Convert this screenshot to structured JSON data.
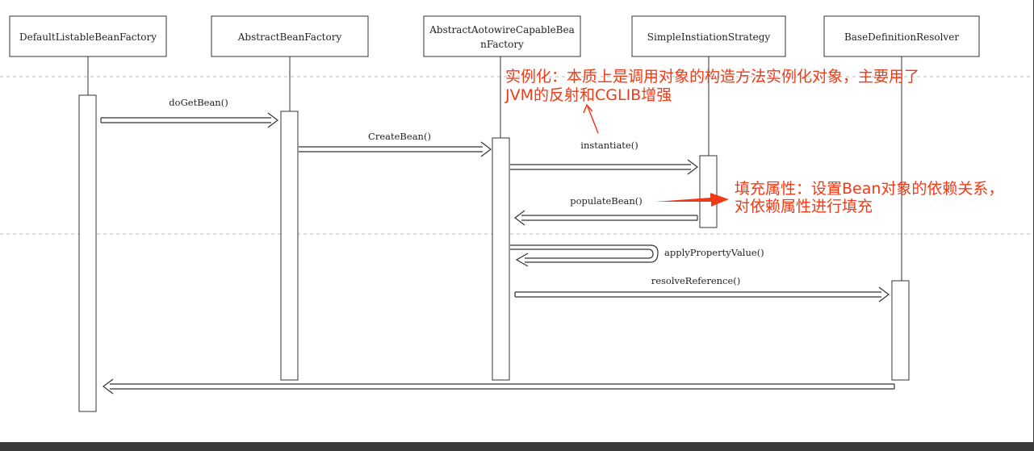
{
  "diagram": {
    "participants": [
      {
        "id": "p1",
        "name": "DefaultListableBeanFactory"
      },
      {
        "id": "p2",
        "name": "AbstractBeanFactory"
      },
      {
        "id": "p3",
        "name_line1": "AbstractAotowireCapableBea",
        "name_line2": "nFactory"
      },
      {
        "id": "p4",
        "name": "SimpleInstiationStrategy"
      },
      {
        "id": "p5",
        "name": "BaseDefinitionResolver"
      }
    ],
    "messages": [
      {
        "label": "doGetBean()"
      },
      {
        "label": "CreateBean()"
      },
      {
        "label": "instantiate()"
      },
      {
        "label": "populateBean()"
      },
      {
        "label": "applyPropertyValue()"
      },
      {
        "label": "resolveReference()"
      }
    ],
    "notes": [
      {
        "line1": "实例化：本质上是调用对象的构造方法实例化对象，主要用了",
        "line2": "JVM的反射和CGLIB增强"
      },
      {
        "line1": "填充属性：设置Bean对象的依赖关系，",
        "line2": "对依赖属性进行填充"
      }
    ],
    "colors": {
      "canvas": "#ffffff",
      "lines": "#333333",
      "note": "#f03a17",
      "frame": "#3a3a3a"
    }
  }
}
